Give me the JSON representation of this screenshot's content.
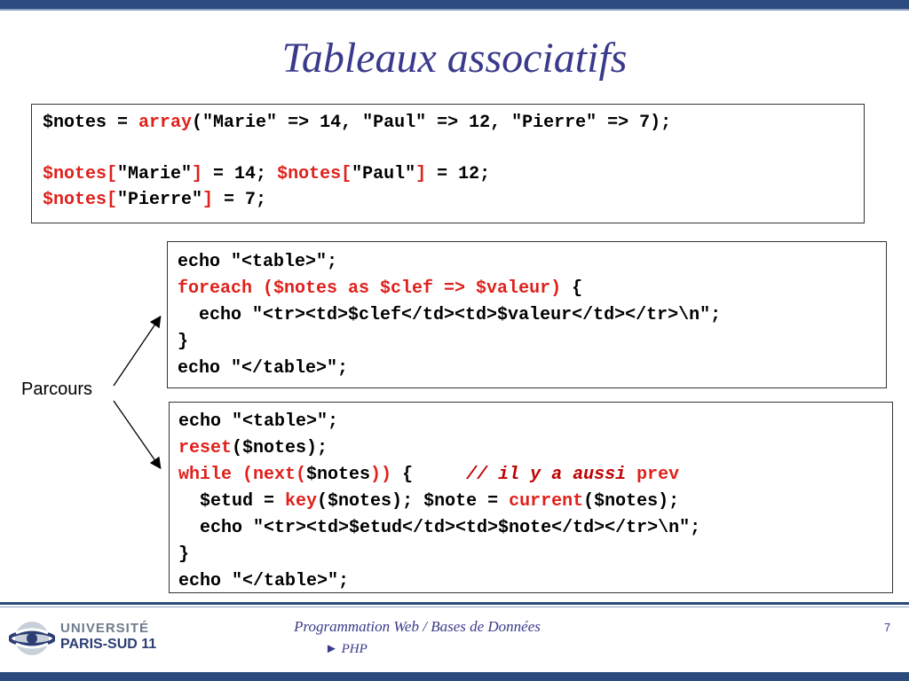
{
  "slide": {
    "title": "Tableaux associatifs",
    "side_label": "Parcours"
  },
  "code_block_1": {
    "l1_var": "$notes = ",
    "l1_fn": "array",
    "l1_rest": "(\"Marie\" => 14, \"Paul\" => 12, \"Pierre\" => 7);",
    "l3_a": "$notes[",
    "l3_b": "\"Marie\"",
    "l3_c": "]",
    "l3_d": " = 14; ",
    "l3_e": "$notes[",
    "l3_f": "\"Paul\"",
    "l3_g": "]",
    "l3_h": " = 12;",
    "l4_a": "$notes[",
    "l4_b": "\"Pierre\"",
    "l4_c": "]",
    "l4_d": " = 7;"
  },
  "code_block_2": {
    "l1": "echo \"<table>\";",
    "l2_kw": "foreach ($notes as $clef => $valeur)",
    "l2_rest": " {",
    "l3": "  echo \"<tr><td>$clef</td><td>$valeur</td></tr>\\n\";",
    "l4": "}",
    "l5": "echo \"</table>\";"
  },
  "code_block_3": {
    "l1": "echo \"<table>\";",
    "l2_kw": "reset",
    "l2_rest": "($notes);",
    "l3_kw1": "while (next(",
    "l3_mid": "$notes",
    "l3_kw2": "))",
    "l3_brace": " {     ",
    "l3_comment": "// il y a aussi",
    "l3_kw3": " prev",
    "l4_a": "  $etud = ",
    "l4_kw1": "key",
    "l4_b": "($notes); $note = ",
    "l4_kw2": "current",
    "l4_c": "($notes);",
    "l5": "  echo \"<tr><td>$etud</td><td>$note</td></tr>\\n\";",
    "l6": "}",
    "l7": "echo \"</table>\";"
  },
  "footer": {
    "logo_line1": "UNIVERSITÉ",
    "logo_line2": "PARIS-SUD 11",
    "course": "Programmation Web / Bases de Données",
    "section": "► PHP",
    "page_number": "7"
  },
  "colors": {
    "accent": "#2c4a7e",
    "title": "#3a3a8c",
    "keyword": "#e0201b"
  }
}
